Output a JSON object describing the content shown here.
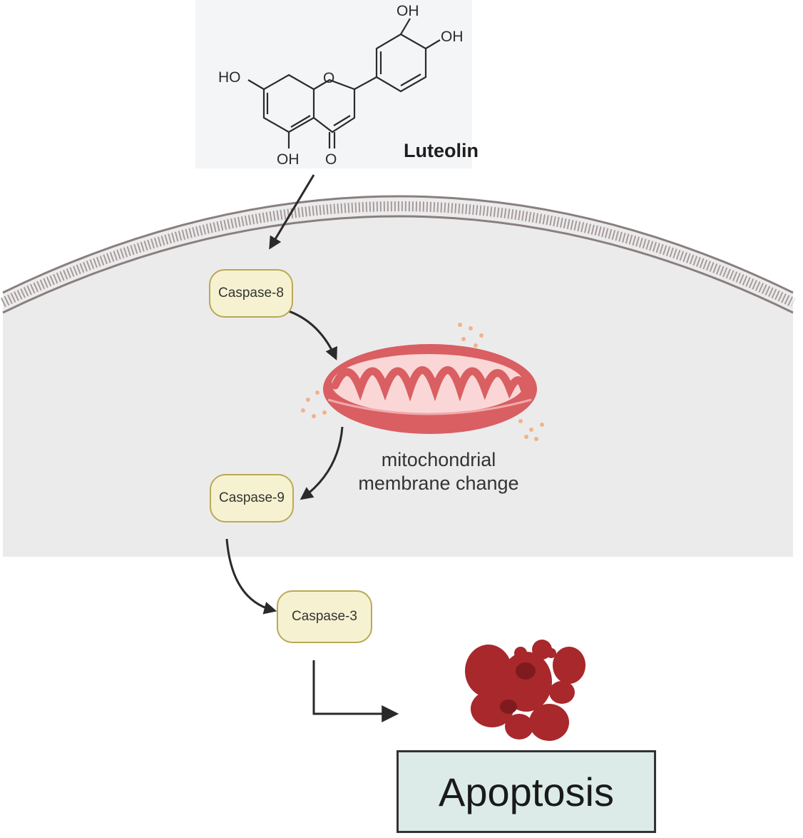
{
  "molecule": {
    "name": "Luteolin",
    "groups": {
      "oh_top": "OH",
      "oh_right": "OH",
      "ho_left": "HO",
      "oh_bottom": "OH",
      "carbonyl_o": "O",
      "ring_o": "O"
    }
  },
  "pathway": {
    "caspase8": "Caspase-8",
    "caspase9": "Caspase-9",
    "caspase3": "Caspase-3",
    "mito_label_line1": "mitochondrial",
    "mito_label_line2": "membrane change",
    "outcome": "Apoptosis"
  },
  "colors": {
    "cytoplasm": "#ecebec",
    "membrane": "#8a7f7f",
    "caspase_fill": "#f6f2d1",
    "caspase_border": "#b9a955",
    "mito_outer": "#d95f62",
    "mito_inner": "#fbd6d6",
    "apoptotic_cell": "#a8282c",
    "outcome_fill": "#dcebe7",
    "arrow": "#2a2a2a"
  }
}
